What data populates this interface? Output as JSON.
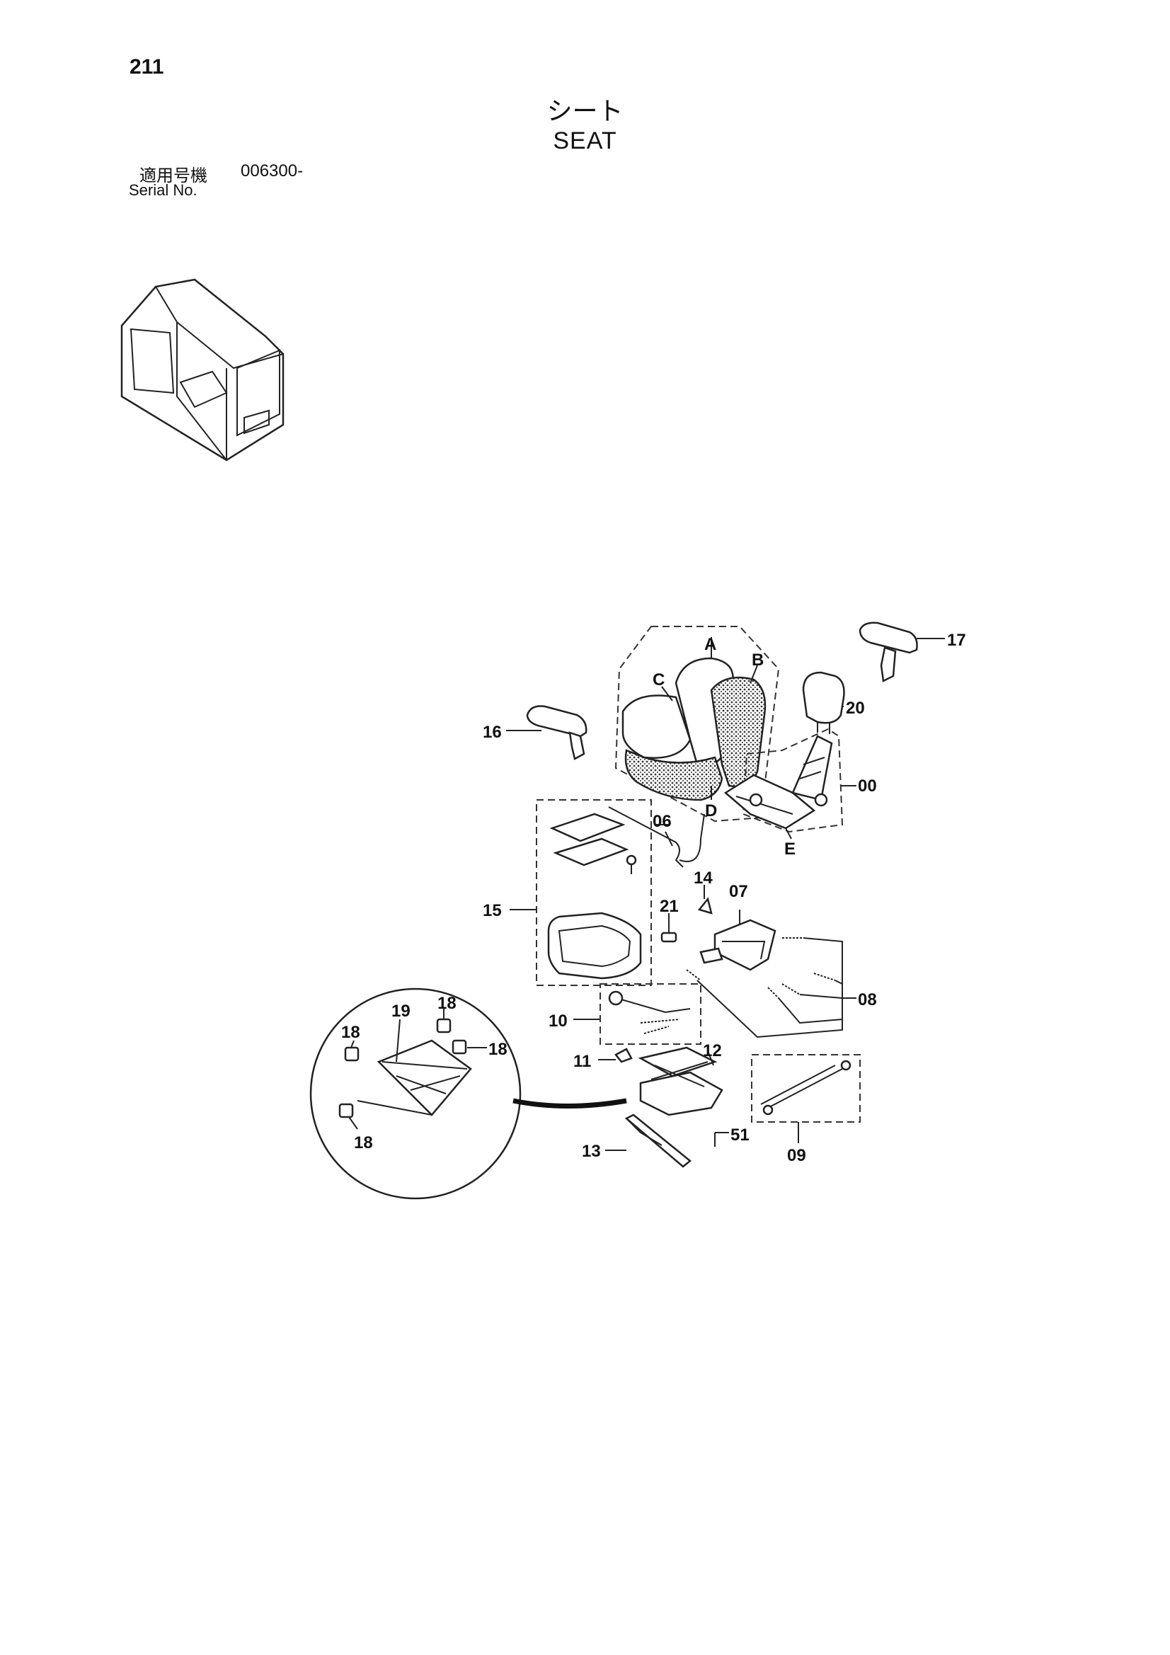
{
  "header": {
    "page_number": "211",
    "title_jp": "シート",
    "title_en": "SEAT",
    "serial_label_jp": "適用号機",
    "serial_value": "006300-",
    "serial_label_en": "Serial No."
  },
  "callouts": {
    "c00": "00",
    "c06": "06",
    "c07": "07",
    "c08": "08",
    "c09": "09",
    "c10": "10",
    "c11": "11",
    "c12": "12",
    "c13": "13",
    "c14": "14",
    "c15": "15",
    "c16": "16",
    "c17": "17",
    "c18": "18",
    "c19": "19",
    "c20": "20",
    "c21": "21",
    "c51": "51",
    "cA": "A",
    "cB": "B",
    "cC": "C",
    "cD": "D",
    "cE": "E"
  },
  "colors": {
    "ink": "#111111",
    "paper": "#ffffff"
  }
}
